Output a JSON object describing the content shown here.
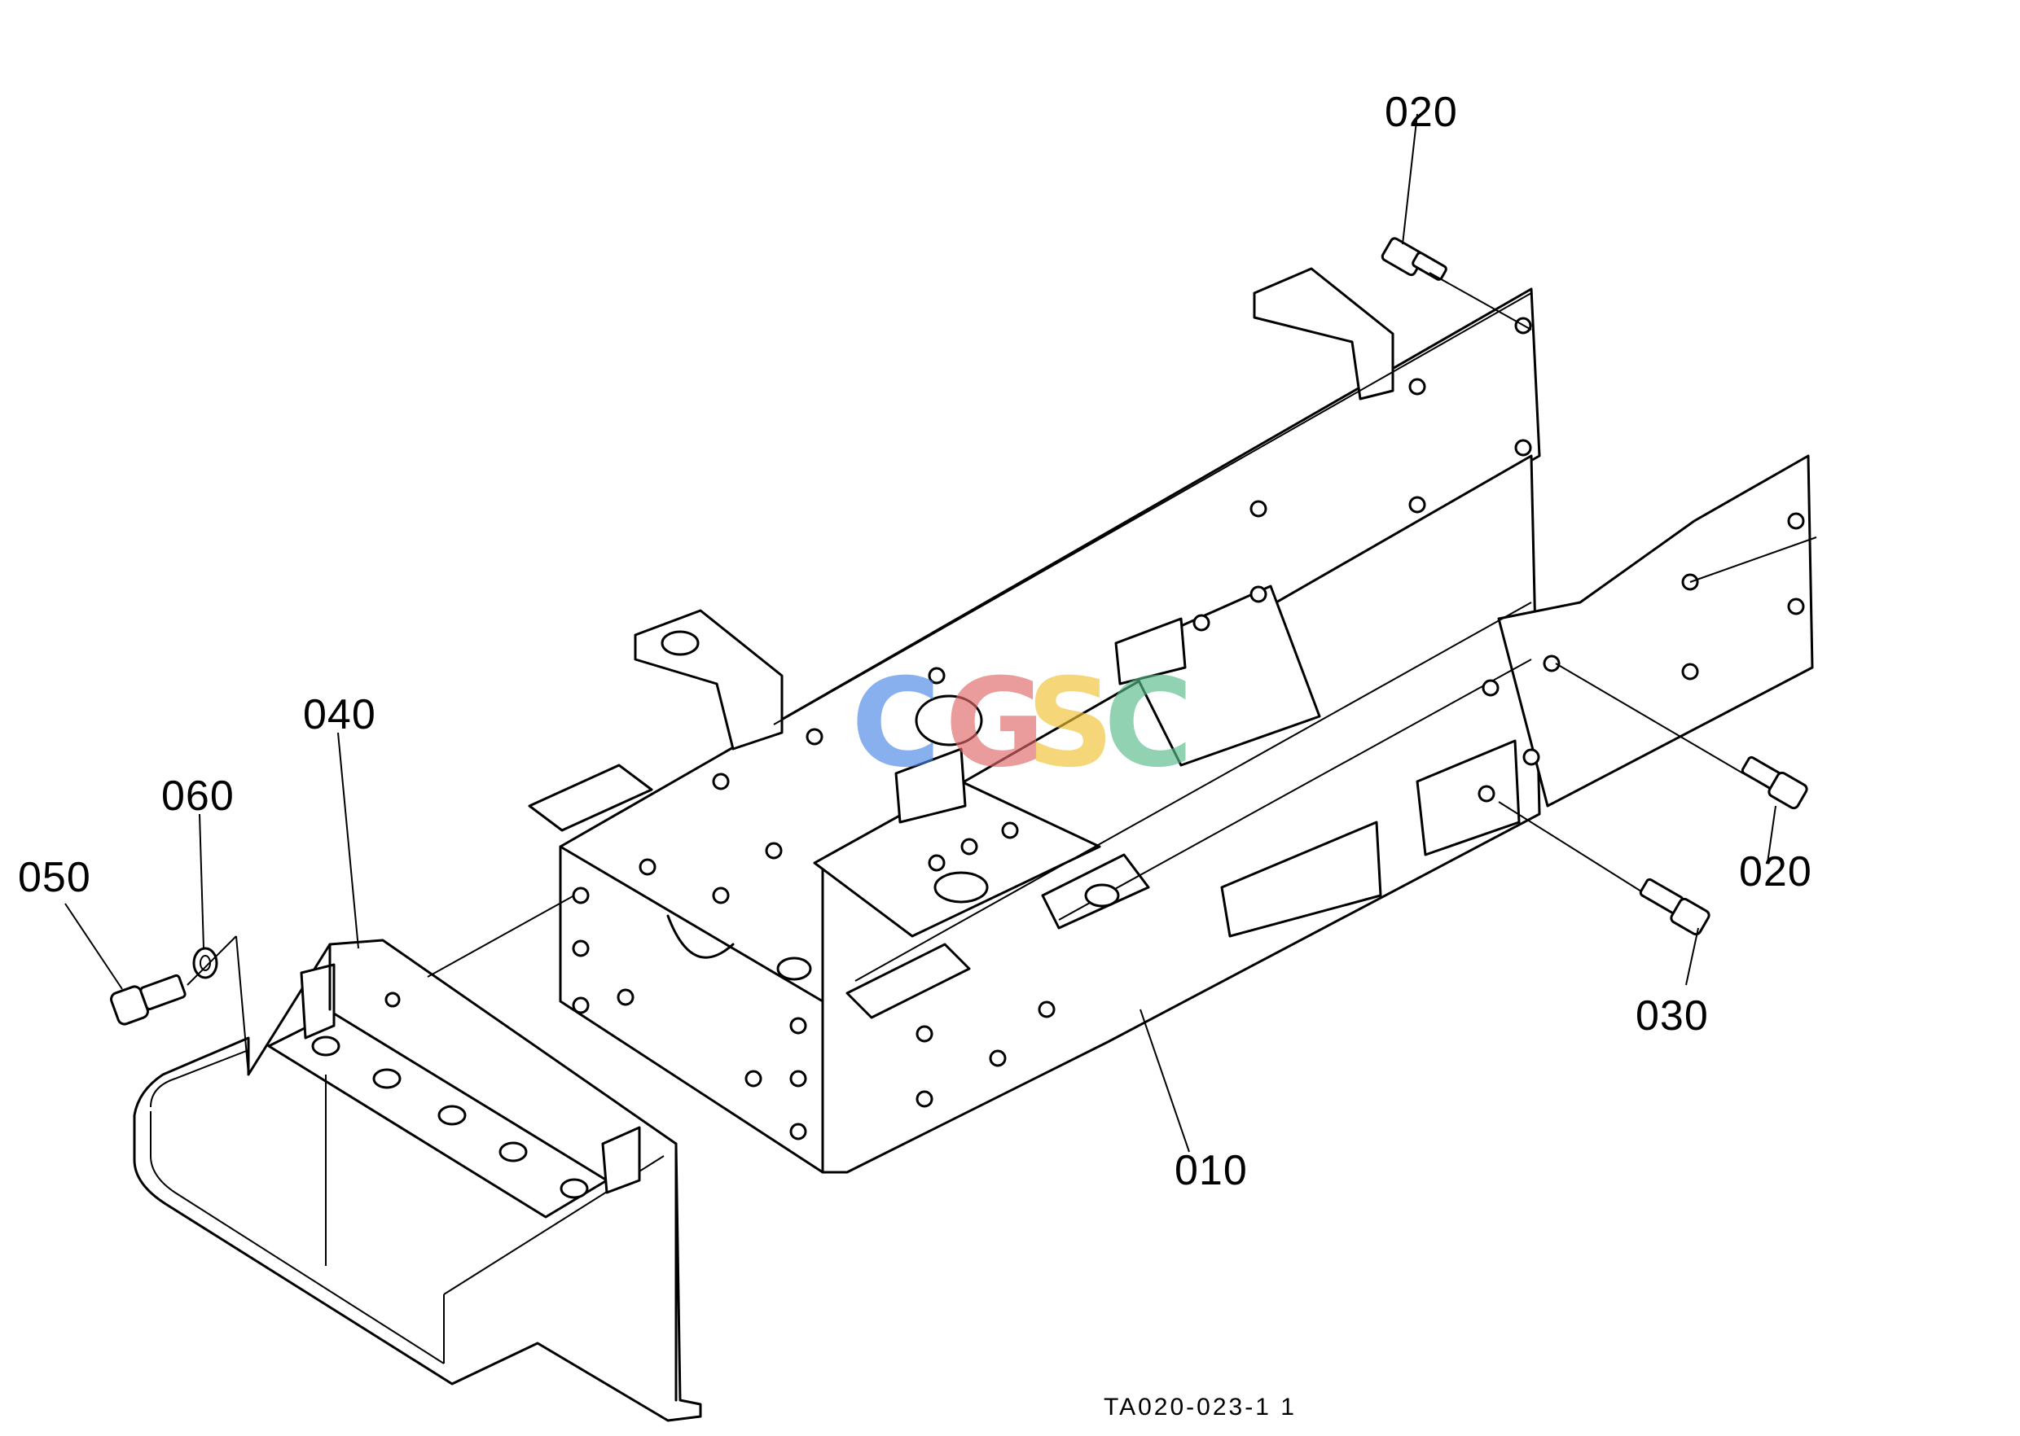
{
  "labels": {
    "frame": "010",
    "bolt_top": "020",
    "bolt_right": "020",
    "bolt_front": "030",
    "step": "040",
    "bolt_step": "050",
    "washer": "060"
  },
  "drawing_code": "TA020-023-1 1",
  "watermark": {
    "letters": [
      "C",
      "G",
      "S",
      "C"
    ],
    "colors": [
      "#4a86e8",
      "#e06666",
      "#f1c232",
      "#57bb8a"
    ]
  }
}
